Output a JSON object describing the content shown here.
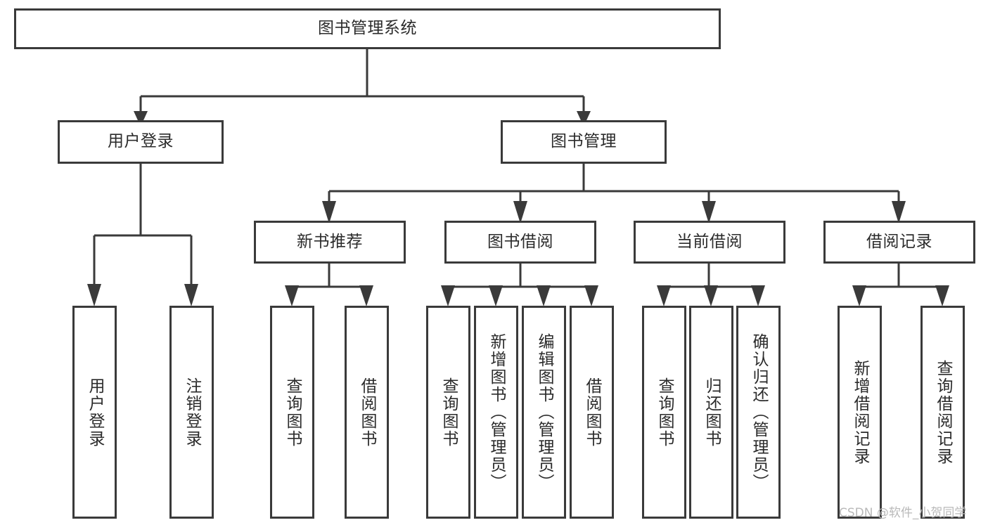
{
  "diagram": {
    "title": "图书管理系统",
    "type": "tree-hierarchy",
    "orientation": "top-down",
    "accent_color": "#3a3a3a",
    "background_color": "#ffffff",
    "text_color": "#2b2b2b",
    "levels": [
      {
        "level": 1,
        "nodes": [
          {
            "id": "root",
            "label": "图书管理系统",
            "text_direction": "horizontal"
          }
        ]
      },
      {
        "level": 2,
        "nodes": [
          {
            "id": "login",
            "label": "用户登录",
            "text_direction": "horizontal",
            "parent": "root"
          },
          {
            "id": "bookmgmt",
            "label": "图书管理",
            "text_direction": "horizontal",
            "parent": "root"
          }
        ]
      },
      {
        "level": 3,
        "nodes": [
          {
            "id": "newbook",
            "label": "新书推荐",
            "text_direction": "horizontal",
            "parent": "bookmgmt"
          },
          {
            "id": "borrow",
            "label": "图书借阅",
            "text_direction": "horizontal",
            "parent": "bookmgmt"
          },
          {
            "id": "current",
            "label": "当前借阅",
            "text_direction": "horizontal",
            "parent": "bookmgmt"
          },
          {
            "id": "record",
            "label": "借阅记录",
            "text_direction": "horizontal",
            "parent": "bookmgmt"
          }
        ]
      },
      {
        "level": 4,
        "nodes": [
          {
            "id": "leaf1",
            "label": "用户登录",
            "text_direction": "vertical",
            "parent": "login"
          },
          {
            "id": "leaf2",
            "label": "注销登录",
            "text_direction": "vertical",
            "parent": "login"
          },
          {
            "id": "leaf3",
            "label": "查询图书",
            "text_direction": "vertical",
            "parent": "newbook"
          },
          {
            "id": "leaf4",
            "label": "借阅图书",
            "text_direction": "vertical",
            "parent": "newbook"
          },
          {
            "id": "leaf5",
            "label": "查询图书",
            "text_direction": "vertical",
            "parent": "borrow"
          },
          {
            "id": "leaf6",
            "label": "新增图书（管理员）",
            "text_direction": "vertical",
            "parent": "borrow"
          },
          {
            "id": "leaf7",
            "label": "编辑图书（管理员）",
            "text_direction": "vertical",
            "parent": "borrow"
          },
          {
            "id": "leaf8",
            "label": "借阅图书",
            "text_direction": "vertical",
            "parent": "borrow"
          },
          {
            "id": "leaf9",
            "label": "查询图书",
            "text_direction": "vertical",
            "parent": "current"
          },
          {
            "id": "leaf10",
            "label": "归还图书",
            "text_direction": "vertical",
            "parent": "current"
          },
          {
            "id": "leaf11",
            "label": "确认归还（管理员）",
            "text_direction": "vertical",
            "parent": "current"
          },
          {
            "id": "leaf12",
            "label": "新增借阅记录",
            "text_direction": "vertical",
            "parent": "record"
          },
          {
            "id": "leaf13",
            "label": "查询借阅记录",
            "text_direction": "vertical",
            "parent": "record"
          }
        ]
      }
    ]
  },
  "watermark": {
    "text": "CSDN @软件_小贺同学"
  }
}
